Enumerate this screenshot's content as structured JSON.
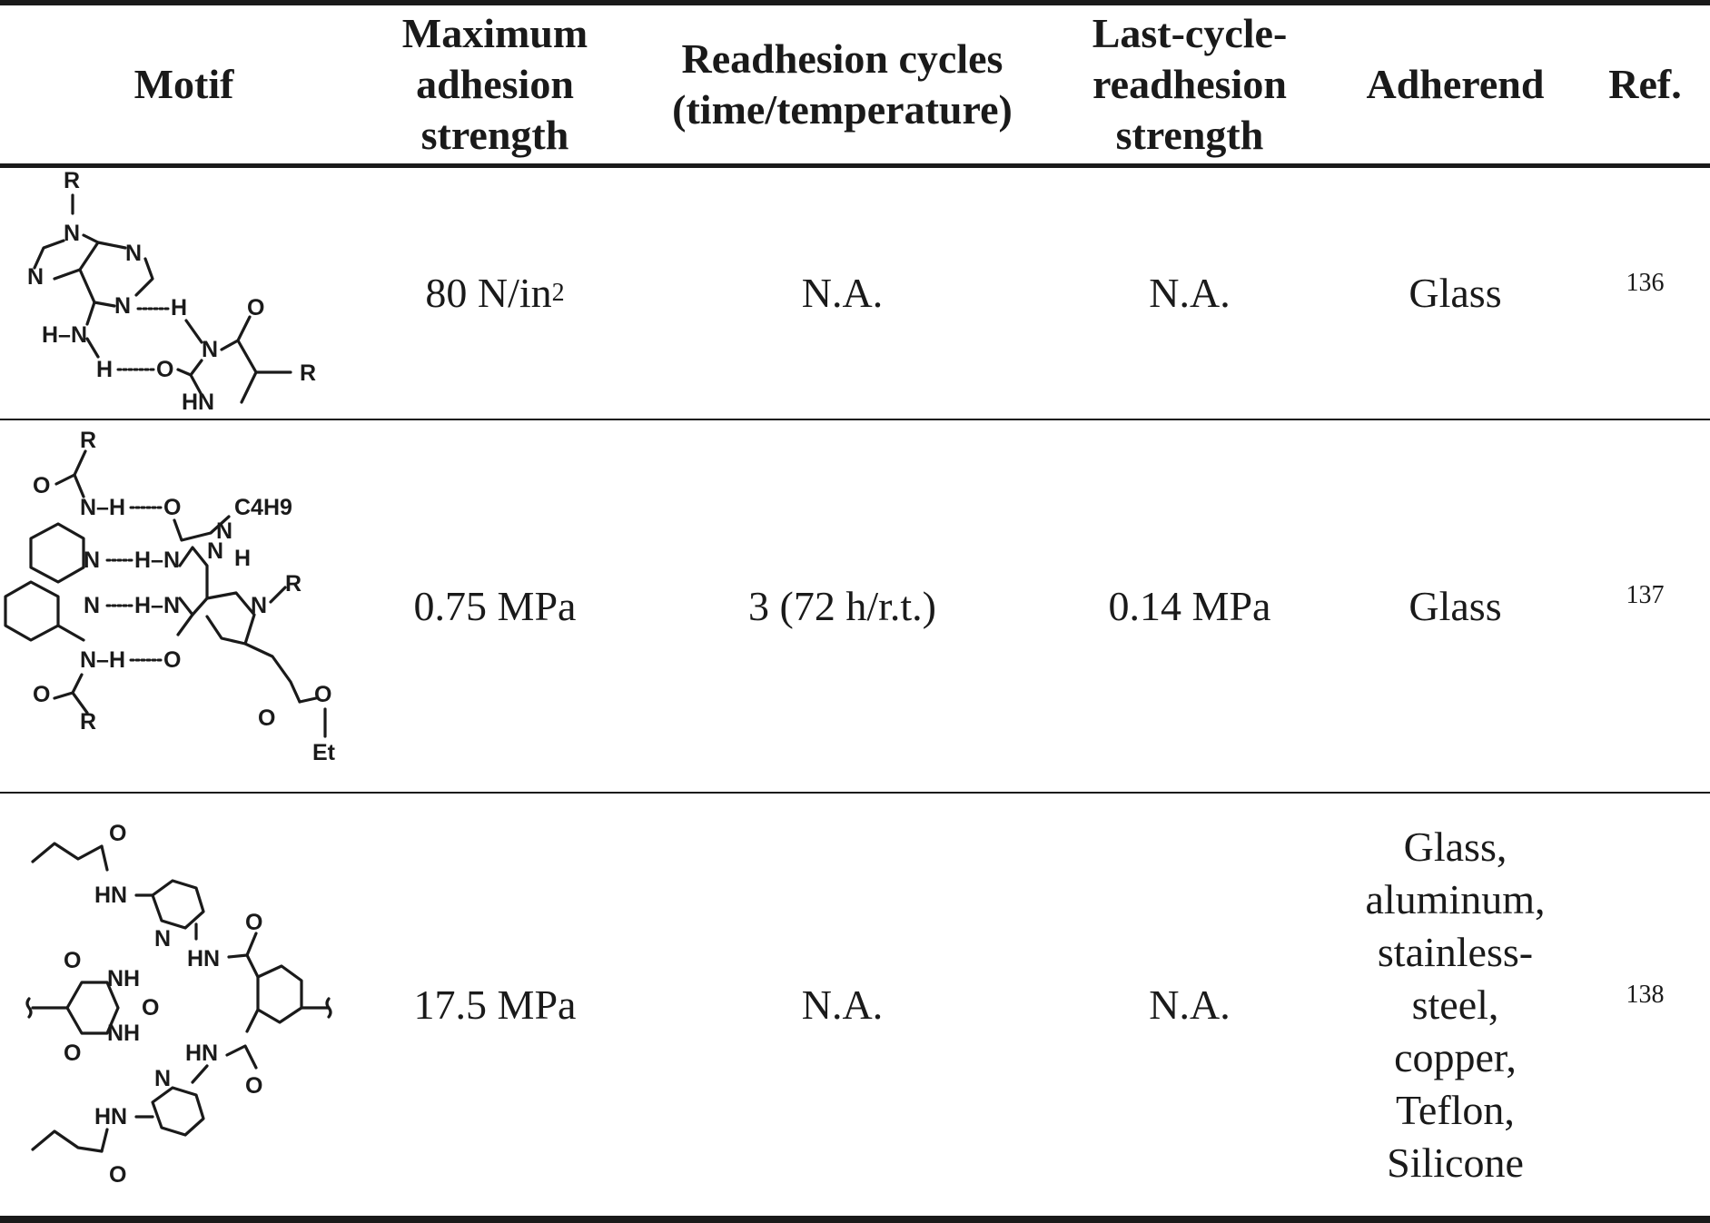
{
  "table": {
    "headers": {
      "motif": "Motif",
      "max_strength": "Maximum\nadhesion\nstrength",
      "cycles": "Readhesion cycles\n(time/temperature)",
      "last_strength": "Last-cycle-\nreadhesion\nstrength",
      "adherend": "Adherend",
      "ref": "Ref."
    },
    "rows": [
      {
        "max_strength": "80 N/in",
        "max_strength_sup": "2",
        "cycles": "N.A.",
        "last_strength": "N.A.",
        "adherend": "Glass",
        "ref": "136",
        "motif_labels": {
          "r_top": "R",
          "n1": "N",
          "n2": "N",
          "n3": "N",
          "n4": "N",
          "n5": "N",
          "h1": "H",
          "hn": "H–N",
          "h2": "H",
          "o1": "O",
          "n6": "N",
          "o2": "O",
          "hn2": "HN",
          "r2": "R"
        }
      },
      {
        "max_strength": "0.75 MPa",
        "cycles": "3 (72 h/r.t.)",
        "last_strength": "0.14 MPa",
        "adherend": "Glass",
        "ref": "137",
        "motif_labels": {
          "o1": "O",
          "r1": "R",
          "nh1": "N–H",
          "o2": "O",
          "c4h9": "C4H9",
          "n_c4": "N",
          "h_c4": "H",
          "n_a": "N",
          "h_a": "H–N",
          "n_b": "N",
          "h_b": "H–N",
          "n_r": "N",
          "r_pyr": "R",
          "nh2": "N–H",
          "o3": "O",
          "o4": "O",
          "r2": "R",
          "o5": "O",
          "o6": "O",
          "et": "Et",
          "n_ring": "N"
        }
      },
      {
        "max_strength": "17.5 MPa",
        "cycles": "N.A.",
        "last_strength": "N.A.",
        "adherend": "Glass,\naluminum,\nstainless-\nsteel,\ncopper,\nTeflon,\nSilicone",
        "ref": "138",
        "motif_labels": {
          "o1": "O",
          "hn1": "HN",
          "n1": "N",
          "hn2": "HN",
          "o2": "O",
          "o3": "O",
          "nh1": "NH",
          "o4": "O",
          "nh2": "NH",
          "o5": "O",
          "hn3": "HN",
          "o6": "O",
          "n2": "N",
          "hn4": "HN",
          "o7": "O"
        }
      }
    ]
  }
}
